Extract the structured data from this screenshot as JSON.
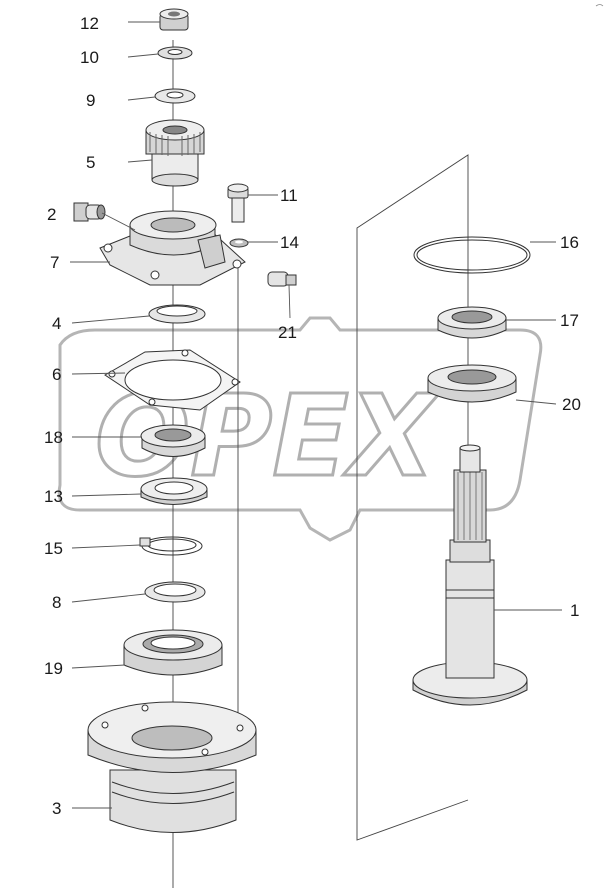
{
  "watermark_text": "OPEX",
  "colors": {
    "part_fill": "#e6e6e6",
    "part_dark": "#bdbdbd",
    "line": "#333333",
    "watermark": "#b5b5b5"
  },
  "callouts": [
    {
      "id": "12",
      "label": "12"
    },
    {
      "id": "10",
      "label": "10"
    },
    {
      "id": "9",
      "label": "9"
    },
    {
      "id": "5",
      "label": "5"
    },
    {
      "id": "2",
      "label": "2"
    },
    {
      "id": "7",
      "label": "7"
    },
    {
      "id": "11",
      "label": "11"
    },
    {
      "id": "14",
      "label": "14"
    },
    {
      "id": "21",
      "label": "21"
    },
    {
      "id": "4",
      "label": "4"
    },
    {
      "id": "6",
      "label": "6"
    },
    {
      "id": "18",
      "label": "18"
    },
    {
      "id": "13",
      "label": "13"
    },
    {
      "id": "15",
      "label": "15"
    },
    {
      "id": "8",
      "label": "8"
    },
    {
      "id": "19",
      "label": "19"
    },
    {
      "id": "3",
      "label": "3"
    },
    {
      "id": "16",
      "label": "16"
    },
    {
      "id": "17",
      "label": "17"
    },
    {
      "id": "20",
      "label": "20"
    },
    {
      "id": "1",
      "label": "1"
    }
  ]
}
